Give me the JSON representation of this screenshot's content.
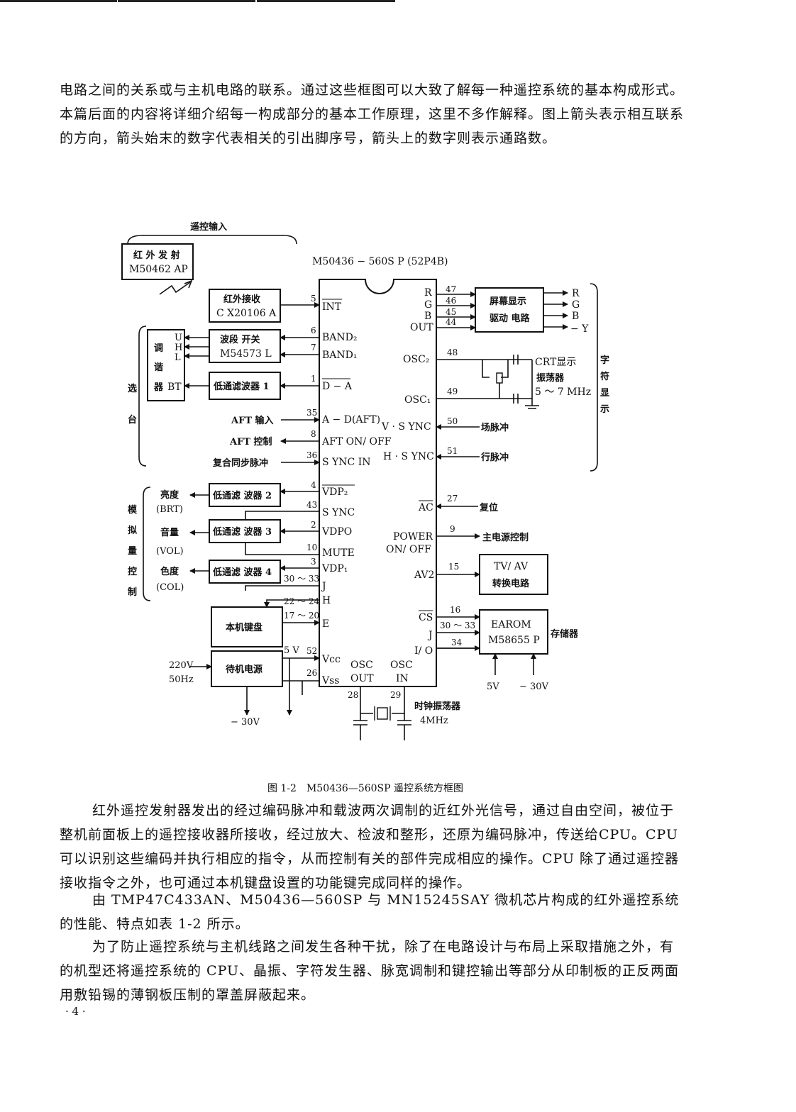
{
  "paragraphs": {
    "p1": "电路之间的关系或与主机电路的联系。通过这些框图可以大致了解每一种遥控系统的基本构成形式。本篇后面的内容将详细介绍每一构成部分的基本工作原理，这里不多作解释。图上箭头表示相互联系的方向，箭头始末的数字代表相关的引出脚序号，箭头上的数字则表示通路数。",
    "p2": "红外遥控发射器发出的经过编码脉冲和载波两次调制的近红外光信号，通过自由空间，被位于整机前面板上的遥控接收器所接收，经过放大、检波和整形，还原为编码脉冲，传送给CPU。CPU 可以识别这些编码并执行相应的指令，从而控制有关的部件完成相应的操作。CPU 除了通过遥控器接收指令之外，也可通过本机键盘设置的功能键完成同样的操作。",
    "p3": "由 TMP47C433AN、M50436—560SP 与 MN15245SAY 微机芯片构成的红外遥控系统的性能、特点如表 1-2 所示。",
    "p4": "为了防止遥控系统与主机线路之间发生各种干扰，除了在电路设计与布局上采取措施之外，有的机型还将遥控系统的 CPU、晶振、字符发生器、脉宽调制和键控输出等部分从印制板的正反两面用敷铅锡的薄钢板压制的罩盖屏蔽起来。"
  },
  "caption": "图 1-2　M50436—560SP 遥控系统方框图",
  "page_number": "· 4 ·",
  "diagram": {
    "chip_title": "M50436 − 560S P (52P4B)",
    "remote_input_label": "遥控输入",
    "ir_tx_line1": "红 外 发 射",
    "ir_tx_line2": "M50462 AP",
    "ir_rx_line1": "红外接收",
    "ir_rx_line2": "C X20106 A",
    "band_sw_line1": "波段 开关",
    "band_sw_line2": "M54573 L",
    "lpf1": "低通滤波器 1",
    "lpf2": "低通滤 波器 2",
    "lpf3": "低通滤 波器 3",
    "lpf4": "低通滤 波器 4",
    "keyboard": "本机键盘",
    "standby_power": "待机电源",
    "osd_line1": "屏幕显示",
    "osd_line2": "驱动 电路",
    "tvav_line1": "TV/ AV",
    "tvav_line2": "转换电路",
    "earom_line1": "EAROM",
    "earom_line2": "M58655 P",
    "tuner_chars": [
      "调",
      "谐",
      "器"
    ],
    "tuner_bt": "BT",
    "tuner_u": "U",
    "tuner_h": "H",
    "tuner_l": "L",
    "tuning_label": [
      "选",
      "台"
    ],
    "analog_label": [
      "模",
      "拟",
      "量",
      "控",
      "制"
    ],
    "char_label": [
      "字",
      "符",
      "显",
      "示"
    ],
    "brightness": "亮度",
    "brightness_abbr": "(BRT)",
    "volume": "音量",
    "volume_abbr": "(VOL)",
    "color": "色度",
    "color_abbr": "(COL)",
    "aft_in": "AFT 输入",
    "aft_ctrl": "AFT 控制",
    "sync_pulse": "复合同步脉冲",
    "v220": "220V",
    "hz50": "50Hz",
    "minus30_left": "− 30V",
    "v5_left": "5 V",
    "crt_osc_line1": "CRT显示",
    "crt_osc_line2": "振荡器",
    "crt_osc_line3": "5 ～ 7 MHz",
    "field_pulse": "场脉冲",
    "line_pulse": "行脉冲",
    "reset": "复位",
    "main_power_ctrl": "主电源控制",
    "memory": "存储器",
    "v5_right": "5V",
    "minus30_right": "− 30V",
    "clock_osc_line1": "时钟振荡器",
    "clock_osc_line2": "4MHz",
    "out_r": "R",
    "out_g": "G",
    "out_b": "B",
    "out_y": "− Y",
    "left_pins": [
      {
        "num": "5",
        "name": "INT"
      },
      {
        "num": "6",
        "name": "BAND₂"
      },
      {
        "num": "7",
        "name": "BAND₁"
      },
      {
        "num": "1",
        "name": "D − A"
      },
      {
        "num": "35",
        "name": "A − D(AFT)"
      },
      {
        "num": "8",
        "name": "AFT ON/ OFF"
      },
      {
        "num": "36",
        "name": "S YNC IN"
      },
      {
        "num": "4",
        "name": "VDP₂"
      },
      {
        "num": "43",
        "name": "S YNC"
      },
      {
        "num": "2",
        "name": "VDPO"
      },
      {
        "num": "10",
        "name": "MUTE"
      },
      {
        "num": "3",
        "name": "VDP₁"
      },
      {
        "num": "30 ～ 33",
        "name": "J"
      },
      {
        "num": "22 ～ 24",
        "name": "H"
      },
      {
        "num": "17 ～ 20",
        "name": "E"
      },
      {
        "num": "52",
        "name": "Vcc"
      },
      {
        "num": "26",
        "name": "Vss"
      }
    ],
    "right_pins": [
      {
        "num": "47",
        "name": "R"
      },
      {
        "num": "46",
        "name": "G"
      },
      {
        "num": "45",
        "name": "B"
      },
      {
        "num": "44",
        "name": "OUT"
      },
      {
        "num": "48",
        "name": "OSC₂"
      },
      {
        "num": "49",
        "name": "OSC₁"
      },
      {
        "num": "50",
        "name": "V · S YNC"
      },
      {
        "num": "51",
        "name": "H · S YNC"
      },
      {
        "num": "27",
        "name": "AC"
      },
      {
        "num": "9",
        "name": "POWER"
      },
      {
        "num": "15",
        "name": "AV2"
      },
      {
        "num": "16",
        "name": "CS"
      },
      {
        "num": "30 ～ 33",
        "name": "J"
      },
      {
        "num": "34",
        "name": "I/ O"
      }
    ],
    "power_onoff": "ON/ OFF",
    "bottom_pins": [
      {
        "num": "28",
        "name_line1": "OSC",
        "name_line2": "OUT"
      },
      {
        "num": "29",
        "name_line1": "OSC",
        "name_line2": "IN"
      }
    ]
  }
}
